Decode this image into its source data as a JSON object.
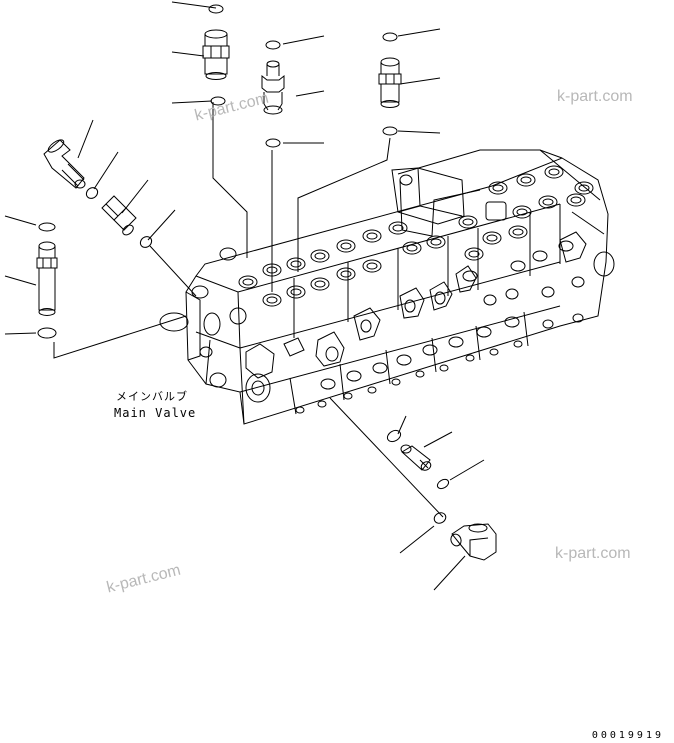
{
  "labels": {
    "main_valve_jp": "メインバルブ",
    "main_valve_en": "Main Valve"
  },
  "watermarks": [
    "k-part.com",
    "k-part.com",
    "k-part.com",
    "k-part.com"
  ],
  "doc_number": "00019919",
  "colors": {
    "line": "#000000",
    "watermark": "#b8b8b8",
    "background": "#ffffff"
  }
}
